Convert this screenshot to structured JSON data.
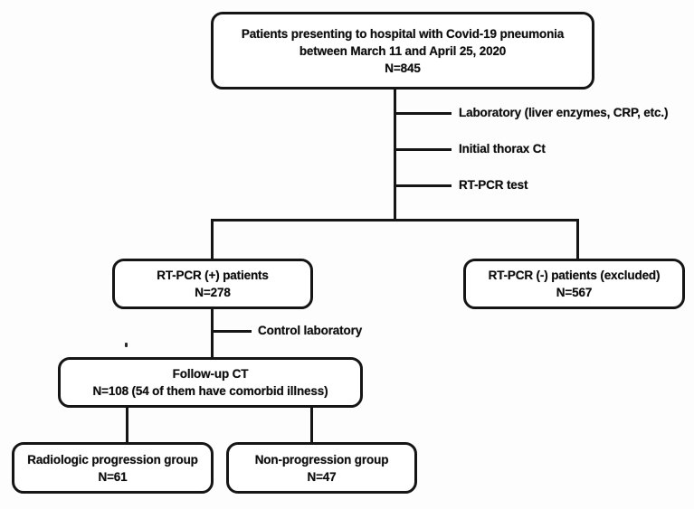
{
  "diagram_title": "Covid-19 pneumonia patient selection flowchart",
  "colors": {
    "line": "#151515",
    "box_fill": "#ffffff",
    "background": "#fdfdfd",
    "text": "#0e0e0e"
  },
  "boxes": {
    "patients": {
      "lines": [
        "Patients presenting to hospital with Covid-19 pneumonia",
        "between March 11 and April 25, 2020",
        "N=845"
      ]
    },
    "rtpcr_positive": {
      "lines": [
        "RT-PCR (+) patients",
        "N=278"
      ]
    },
    "rtpcr_negative": {
      "lines": [
        "RT-PCR (-) patients (excluded)",
        "N=567"
      ]
    },
    "followup_ct": {
      "lines": [
        "Follow-up  CT",
        "N=108 (54 of them have comorbid illness)"
      ]
    },
    "radiologic_progression": {
      "lines": [
        "Radiologic progression group",
        "N=61"
      ]
    },
    "non_progression": {
      "lines": [
        "Non-progression group",
        "N=47"
      ]
    }
  },
  "branch_labels": {
    "laboratory": "Laboratory (liver enzymes, CRP, etc.)",
    "initial_thorax_ct": "Initial thorax Ct",
    "rt_pcr_test": "RT-PCR test",
    "control_laboratory": "Control laboratory"
  }
}
